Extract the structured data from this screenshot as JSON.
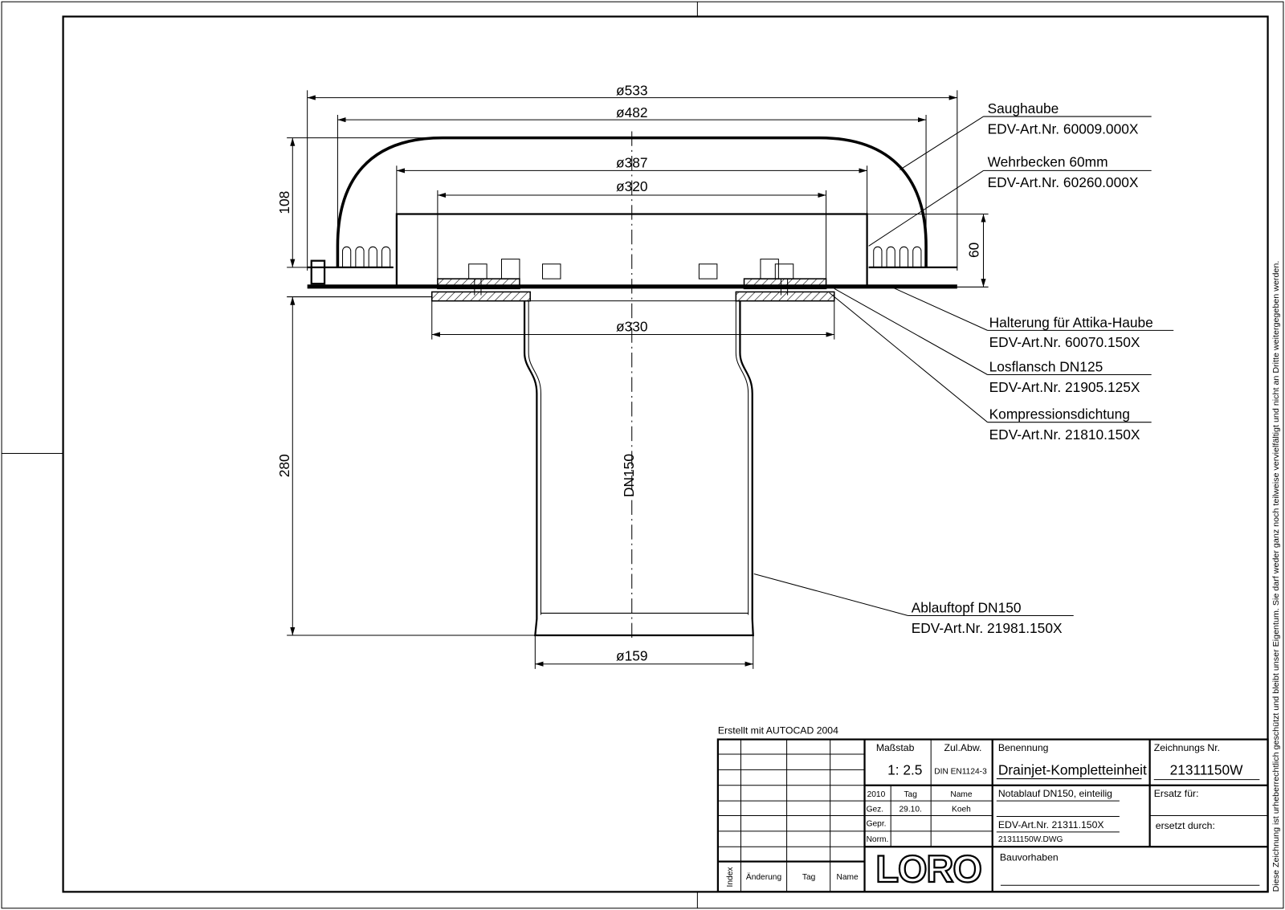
{
  "drawing": {
    "dimensions": {
      "d533": "ø533",
      "d482": "ø482",
      "d387": "ø387",
      "d320": "ø320",
      "d330": "ø330",
      "d159": "ø159",
      "h108": "108",
      "h60": "60",
      "h280": "280",
      "dn150": "DN150"
    },
    "parts": [
      {
        "name": "Saughaube",
        "art": "EDV-Art.Nr.  60009.000X"
      },
      {
        "name": "Wehrbecken  60mm",
        "art": "EDV-Art.Nr.  60260.000X"
      },
      {
        "name": "Halterung  für  Attika-Haube",
        "art": "EDV-Art.Nr.  60070.150X"
      },
      {
        "name": "Losflansch  DN125",
        "art": "EDV-Art.Nr.  21905.125X"
      },
      {
        "name": "Kompressionsdichtung",
        "art": "EDV-Art.Nr.  21810.150X"
      },
      {
        "name": "Ablauftopf  DN150",
        "art": "EDV-Art.Nr.  21981.150X"
      }
    ]
  },
  "title_block": {
    "created_with": "Erstellt  mit  AUTOCAD  2004",
    "scale_label": "Maßstab",
    "scale_value": "1: 2.5",
    "tolerance_label": "Zul.Abw.",
    "tolerance_value": "DIN  EN1124-3",
    "designation_label": "Benennung",
    "designation_value": "Drainjet-Kompletteinheit",
    "designation_line2": "Notablauf  DN150,  einteilig",
    "art_nr": "EDV-Art.Nr.  21311.150X",
    "dwg_file": "21311150W.DWG",
    "drawing_no_label": "Zeichnungs  Nr.",
    "drawing_no_value": "21311150W",
    "replacement_for": "Ersatz  für:",
    "replaced_by": "ersetzt  durch:",
    "project": "Bauvorhaben",
    "year": "2010",
    "day_label": "Tag",
    "name_label": "Name",
    "drawn_label": "Gez.",
    "drawn_date": "29.10.",
    "drawn_name": "Koeh",
    "checked_label": "Gepr.",
    "norm_label": "Norm.",
    "index_label": "Index",
    "change_label": "Änderung",
    "change_day_label": "Tag",
    "change_name_label": "Name",
    "logo": "LORO"
  },
  "copyright_notice": "Diese Zeichnung ist urheberrechtlich geschützt und bleibt unser Eigentum. Sie darf weder ganz noch teilweise vervielfältigt und nicht an Dritte weitergegeben werden."
}
